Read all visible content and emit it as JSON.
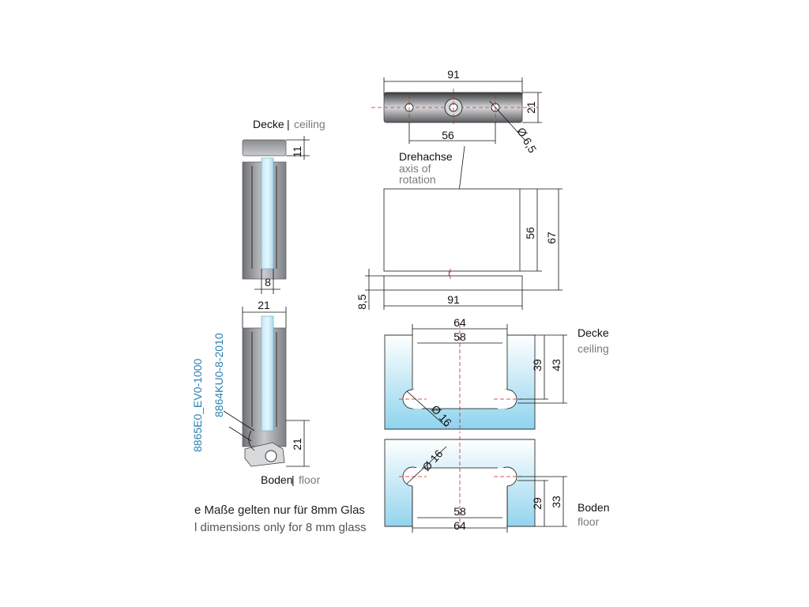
{
  "side_view": {
    "top_label_de": "Decke",
    "top_label_sep": "|",
    "top_label_en": "ceiling",
    "bottom_label_de": "Boden",
    "bottom_label_sep": "|",
    "bottom_label_en": "floor",
    "dim_cap_height": "11",
    "dim_glass": "8",
    "dim_width": "21",
    "dim_bottom_height": "21",
    "part_no_1": "8864KU0-8-2010",
    "part_no_2": "8865E0_EV0-1000"
  },
  "note": {
    "de": "e Maße gelten nur für 8mm Glas",
    "en": "l dimensions only for 8 mm glass"
  },
  "top_plan": {
    "dim_length": "91",
    "dim_depth": "21",
    "dim_hole_spacing": "56",
    "dim_hole_dia": "Ø 6,5"
  },
  "rotation_axis": {
    "de": "Drehachse",
    "en_line1": "axis of",
    "en_line2": "rotation"
  },
  "front_view": {
    "dim_body_height": "56",
    "dim_total_height": "67",
    "dim_base": "8,5",
    "dim_width": "91"
  },
  "ceiling_plate": {
    "label_de": "Decke",
    "label_en": "ceiling",
    "dim_outer": "64",
    "dim_inner": "58",
    "dim_depth_1": "39",
    "dim_depth_2": "43",
    "dim_radius": "Ø 16"
  },
  "floor_plate": {
    "label_de": "Boden",
    "label_en": "floor",
    "dim_outer": "64",
    "dim_inner": "58",
    "dim_depth_1": "29",
    "dim_depth_2": "33",
    "dim_radius": "Ø 16"
  }
}
